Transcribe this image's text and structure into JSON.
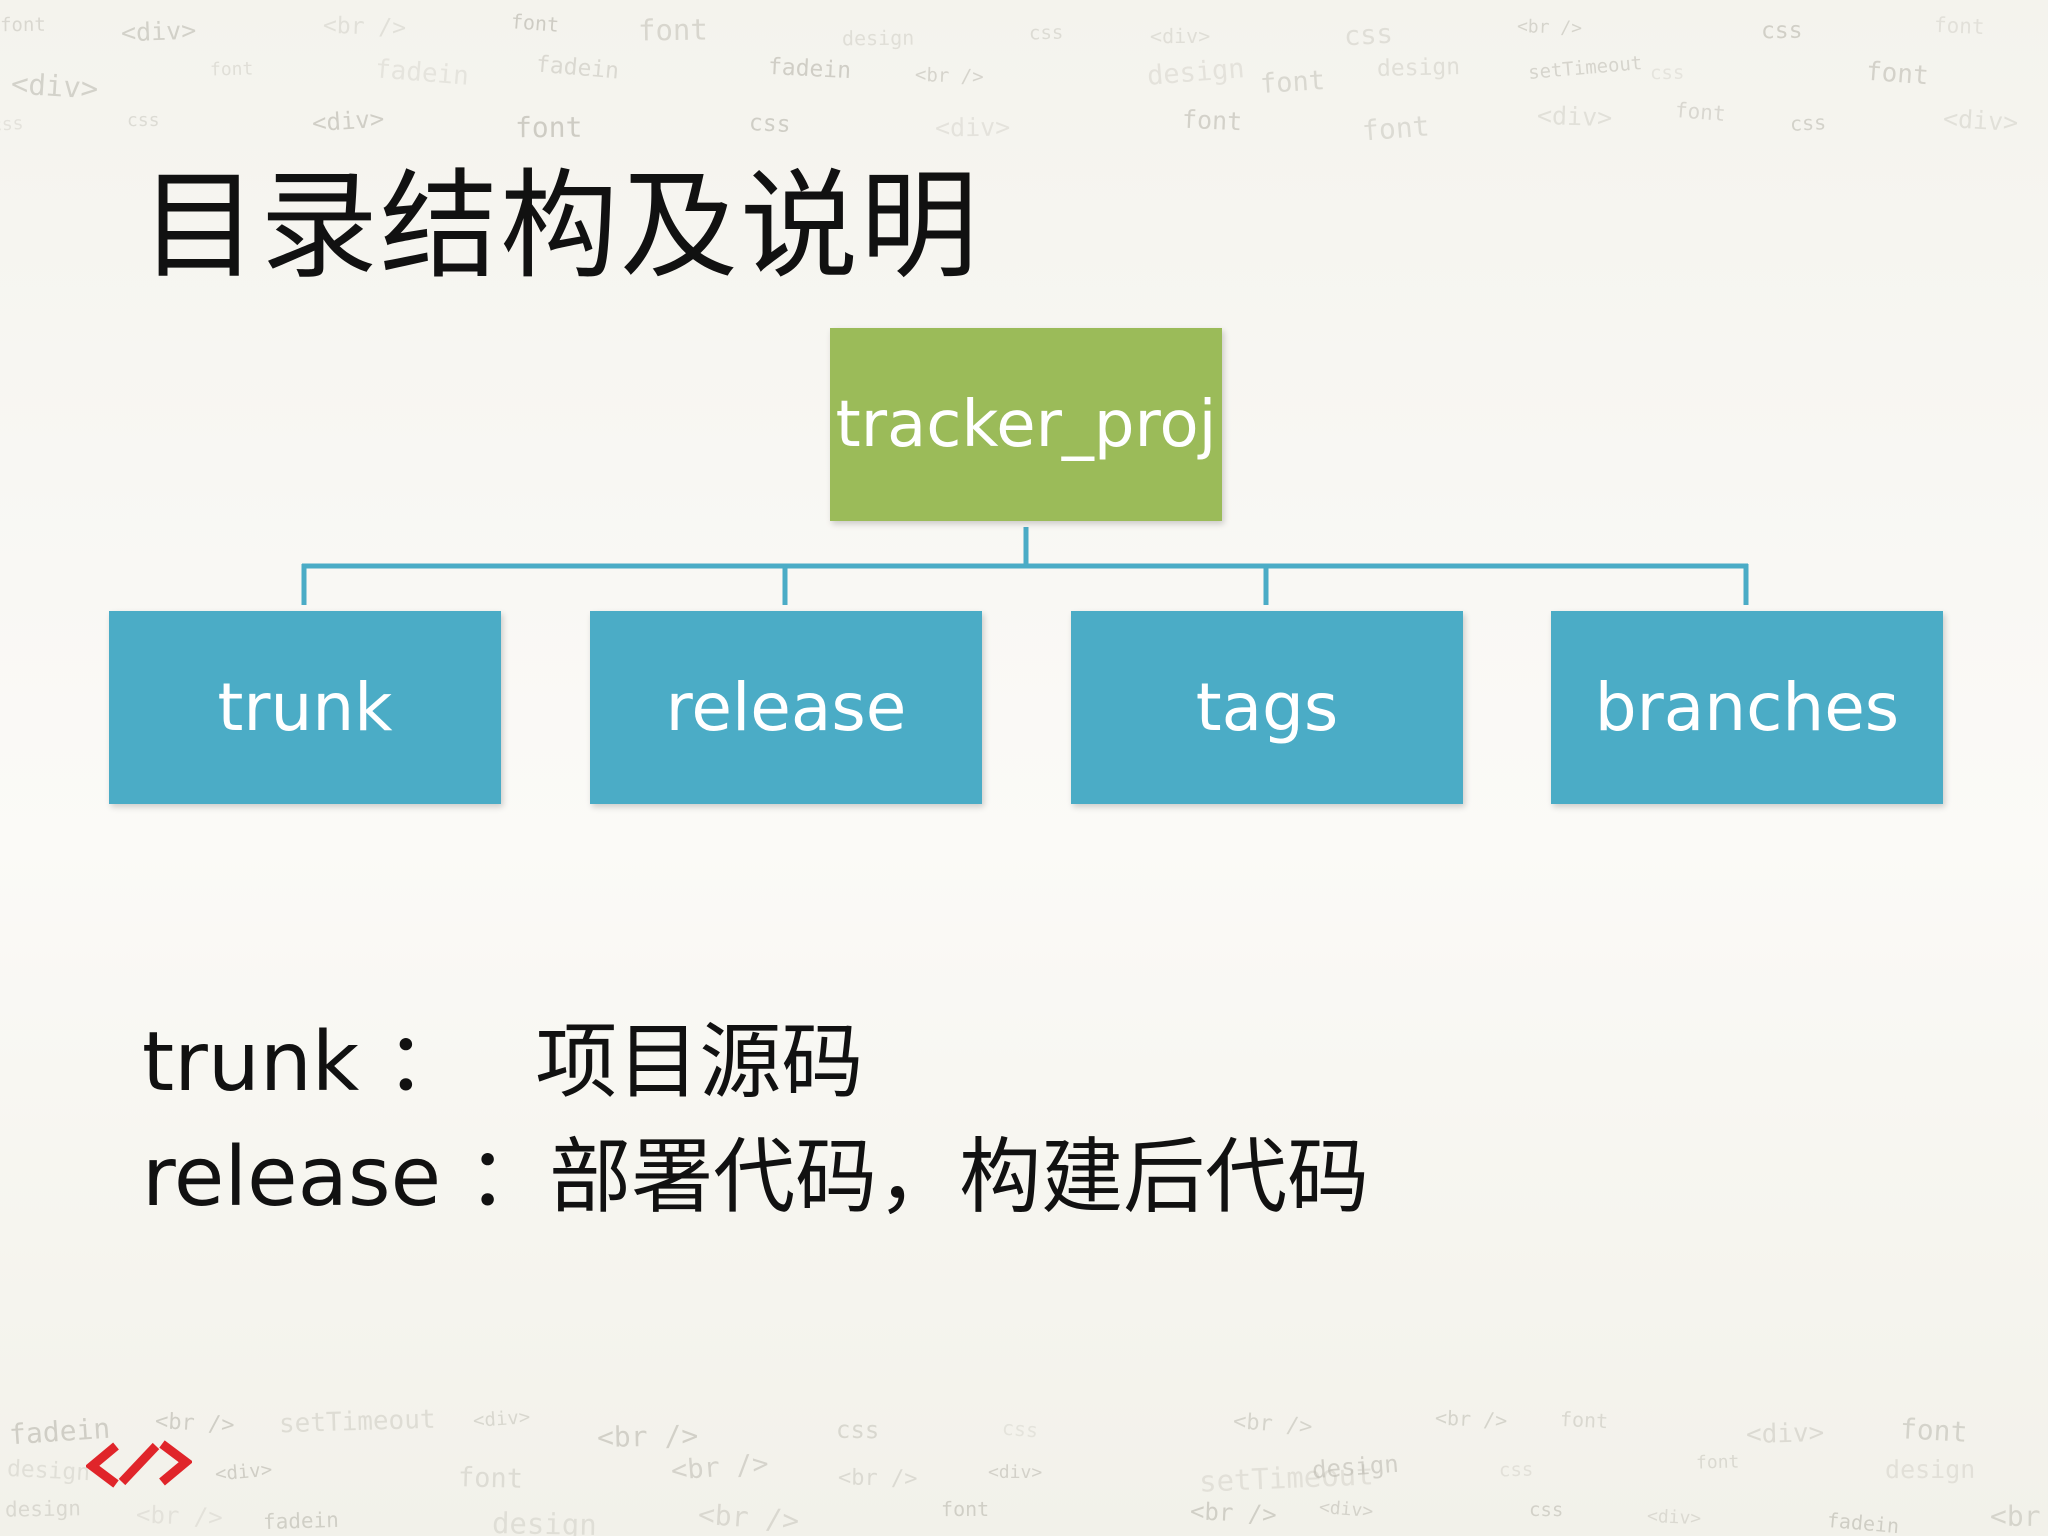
{
  "slide": {
    "title": "目录结构及说明"
  },
  "diagram": {
    "root": {
      "label": "tracker_proj",
      "color": "#9bbb59"
    },
    "children": [
      {
        "label": "trunk"
      },
      {
        "label": "release"
      },
      {
        "label": "tags"
      },
      {
        "label": "branches"
      }
    ],
    "child_color": "#4bacc6",
    "connector_color": "#4bacc6"
  },
  "descriptions": [
    {
      "term": "trunk",
      "separator": "：",
      "text": "项目源码"
    },
    {
      "term": "release",
      "separator": "：",
      "text": "部署代码，构建后代码"
    }
  ],
  "background": {
    "watermark_words": [
      "<br />",
      "design",
      "css",
      "font",
      "fadein",
      "setTimeout",
      "<div>"
    ],
    "logo_icon": "code-brackets-logo-icon",
    "logo_color": "#e0252a"
  }
}
